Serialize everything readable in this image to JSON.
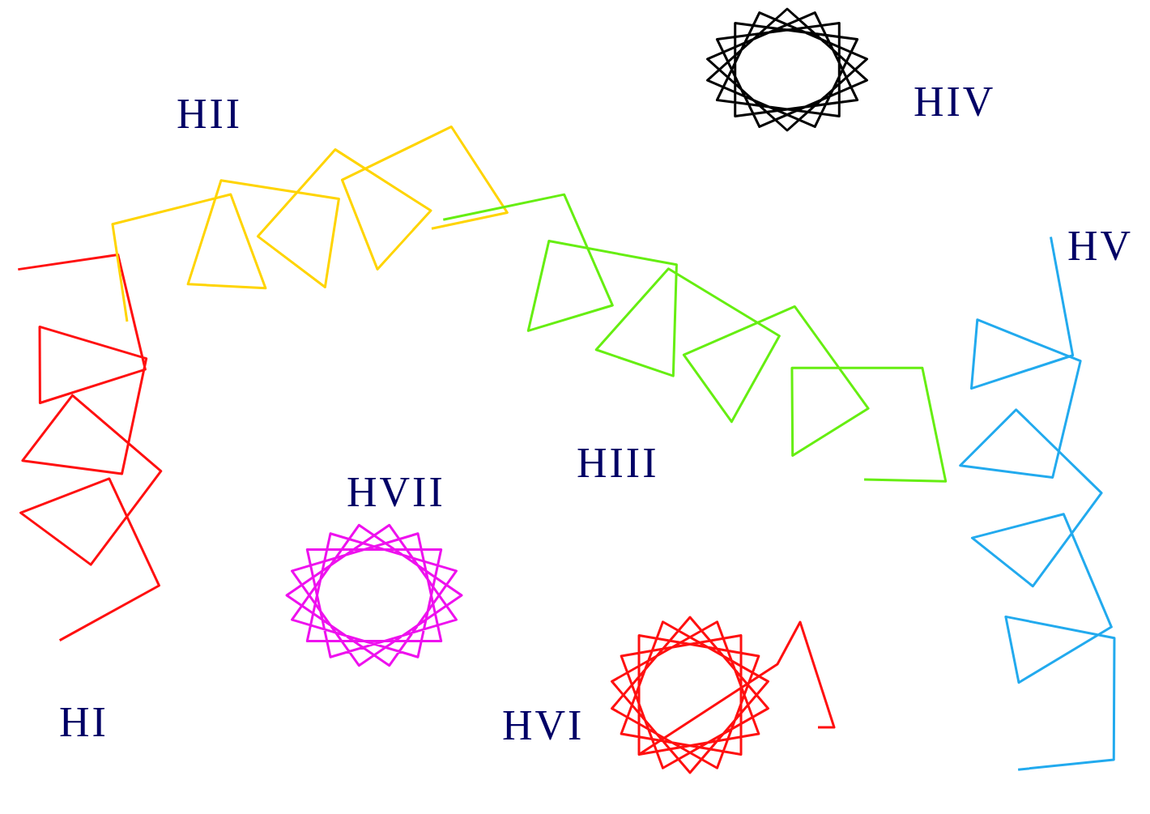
{
  "diagram": {
    "labels": [
      "HII",
      "HIV",
      "HV",
      "HIII",
      "HVII",
      "HI",
      "HVI"
    ]
  }
}
